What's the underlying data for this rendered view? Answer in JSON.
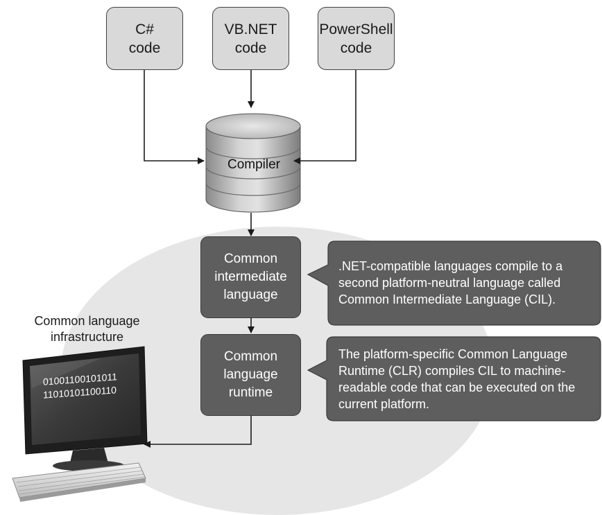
{
  "sources": {
    "csharp": "C#\ncode",
    "vbnet": "VB.NET\ncode",
    "powershell": "PowerShell\ncode"
  },
  "compiler": "Compiler",
  "cil_box": "Common\nintermediate\nlanguage",
  "clr_box": "Common\nlanguage\nruntime",
  "callouts": {
    "cil": ".NET-compatible languages compile to a\nsecond platform-neutral language called\nCommon Intermediate Language (CIL).",
    "clr": "The platform-specific Common Language\nRuntime (CLR) compiles CIL to machine-\nreadable code that can be executed on the\ncurrent platform."
  },
  "cli_label": "Common language\ninfrastructure",
  "monitor_binary": "01001100101011\n11010101100110",
  "colors": {
    "source_box": "#d9d9d9",
    "dark_box": "#5e5e5e",
    "ellipse": "#e6e6e6",
    "arrow": "#1a1a1a"
  }
}
